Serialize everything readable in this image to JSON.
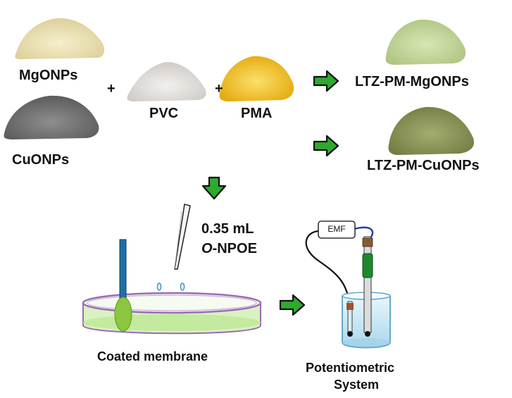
{
  "inputs": {
    "mgo": "MgONPs",
    "cuo": "CuONPs",
    "pvc": "PVC",
    "pma": "PMA",
    "plus": "+"
  },
  "products": {
    "mg": "LTZ-PM-MgONPs",
    "cu": "LTZ-PM-CuONPs"
  },
  "plasticizer": {
    "volume": "0.35 mL",
    "name_prefix": "O",
    "name_rest": "-NPOE"
  },
  "membrane": {
    "label": "Coated membrane"
  },
  "system": {
    "line1": "Potentiometric",
    "line2": "System",
    "meter": "EMF"
  },
  "colors": {
    "arrow": "#2eaa2e",
    "powder_mgo": "#ece3b8",
    "powder_cuo": "#7a7a7a",
    "powder_pvc": "#e3e0de",
    "powder_pma": "#f2c21a",
    "powder_mg_product": "#c5d89a",
    "powder_cu_product": "#8f9a5a",
    "dish_rim": "#9b6bb3",
    "dish_liquid": "#cfeeb0",
    "electrode_rod": "#1f6fa8",
    "electrode_tip": "#8cc63f"
  }
}
